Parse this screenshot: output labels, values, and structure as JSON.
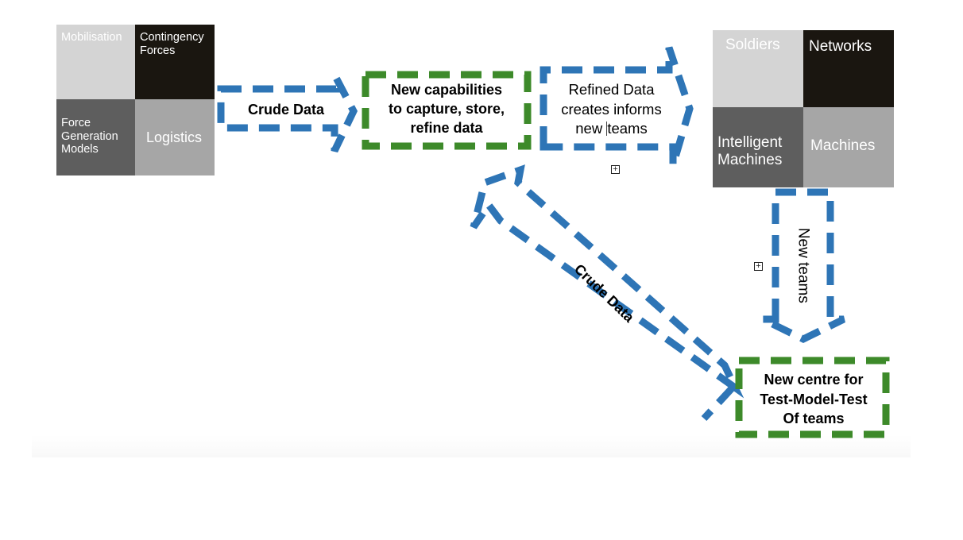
{
  "colors": {
    "flow_arrow": "#2e75b6",
    "capability_box": "#3d8a2a"
  },
  "left_grid": {
    "cells": [
      {
        "label": "Mobilisation",
        "shade": "light-gray"
      },
      {
        "label": "Contingency Forces",
        "shade": "black"
      },
      {
        "label": "Force Generation Models",
        "shade": "dark-gray"
      },
      {
        "label": "Logistics",
        "shade": "mid-gray"
      }
    ]
  },
  "right_grid": {
    "cells": [
      {
        "label": "Soldiers",
        "shade": "light-gray"
      },
      {
        "label": "Networks",
        "shade": "black"
      },
      {
        "label": "Intelligent Machines",
        "shade": "dark-gray"
      },
      {
        "label": "Machines",
        "shade": "mid-gray"
      }
    ]
  },
  "arrows": {
    "crude_data_top": "Crude Data",
    "refined_data": {
      "line1": "Refined Data",
      "line2": "creates informs",
      "line3a": "new",
      "line3b": "teams"
    },
    "new_teams": "New teams",
    "crude_data_diagonal": "Crude Data"
  },
  "boxes": {
    "capabilities": {
      "line1": "New capabilities",
      "line2": "to capture, store,",
      "line3": "refine data"
    },
    "test_centre": {
      "line1": "New centre for",
      "line2": "Test-Model-Test",
      "line3": "Of teams"
    }
  },
  "icons": {
    "expand": "⊞"
  }
}
